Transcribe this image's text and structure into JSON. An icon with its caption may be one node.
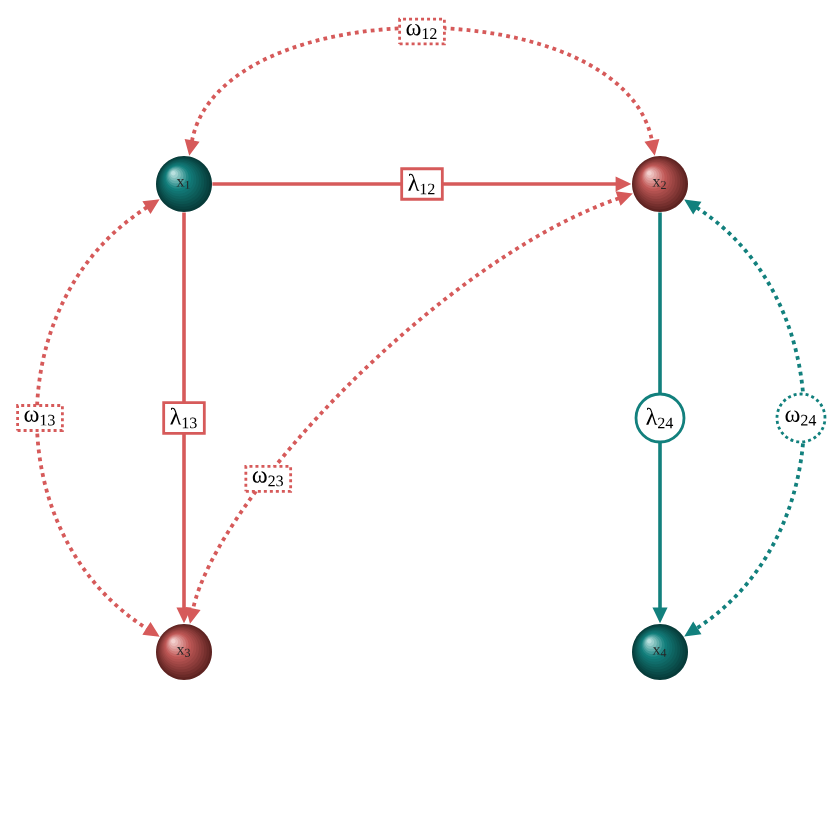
{
  "diagram": {
    "nodes": [
      {
        "text": [
          "x$_{1}$"
        ]
      },
      {
        "text": [
          "x$_{2}$"
        ]
      },
      {
        "text": [
          "x$_{3}$"
        ]
      },
      {
        "text": [
          "x$_{4}$"
        ]
      }
    ],
    "edges": [
      {
        "from": 0,
        "to": 1,
        "arrow": "to",
        "label": "λ$_{12}$"
      },
      {
        "from": 0,
        "to": 2,
        "arrow": "to",
        "label": "λ$_{13}$"
      },
      {
        "from": 1,
        "to": 3,
        "arrow": "to",
        "label": "λ$_{24}$",
        "color": "#12807d"
      },
      {
        "from": 0,
        "to": 1,
        "arrow": "both",
        "label": "ω$_{12}$",
        "style": "dashed"
      },
      {
        "from": 0,
        "to": 2,
        "arrow": "both",
        "label": "ω$_{13}$",
        "style": "dashed"
      },
      {
        "from": 1,
        "to": 2,
        "arrow": "both",
        "label": "ω$_{23}$",
        "style": "dashed"
      },
      {
        "from": 1,
        "to": 3,
        "arrow": "both",
        "label": "ω$_{24}$",
        "style": "dashed",
        "color": "#12807d"
      }
    ]
  }
}
